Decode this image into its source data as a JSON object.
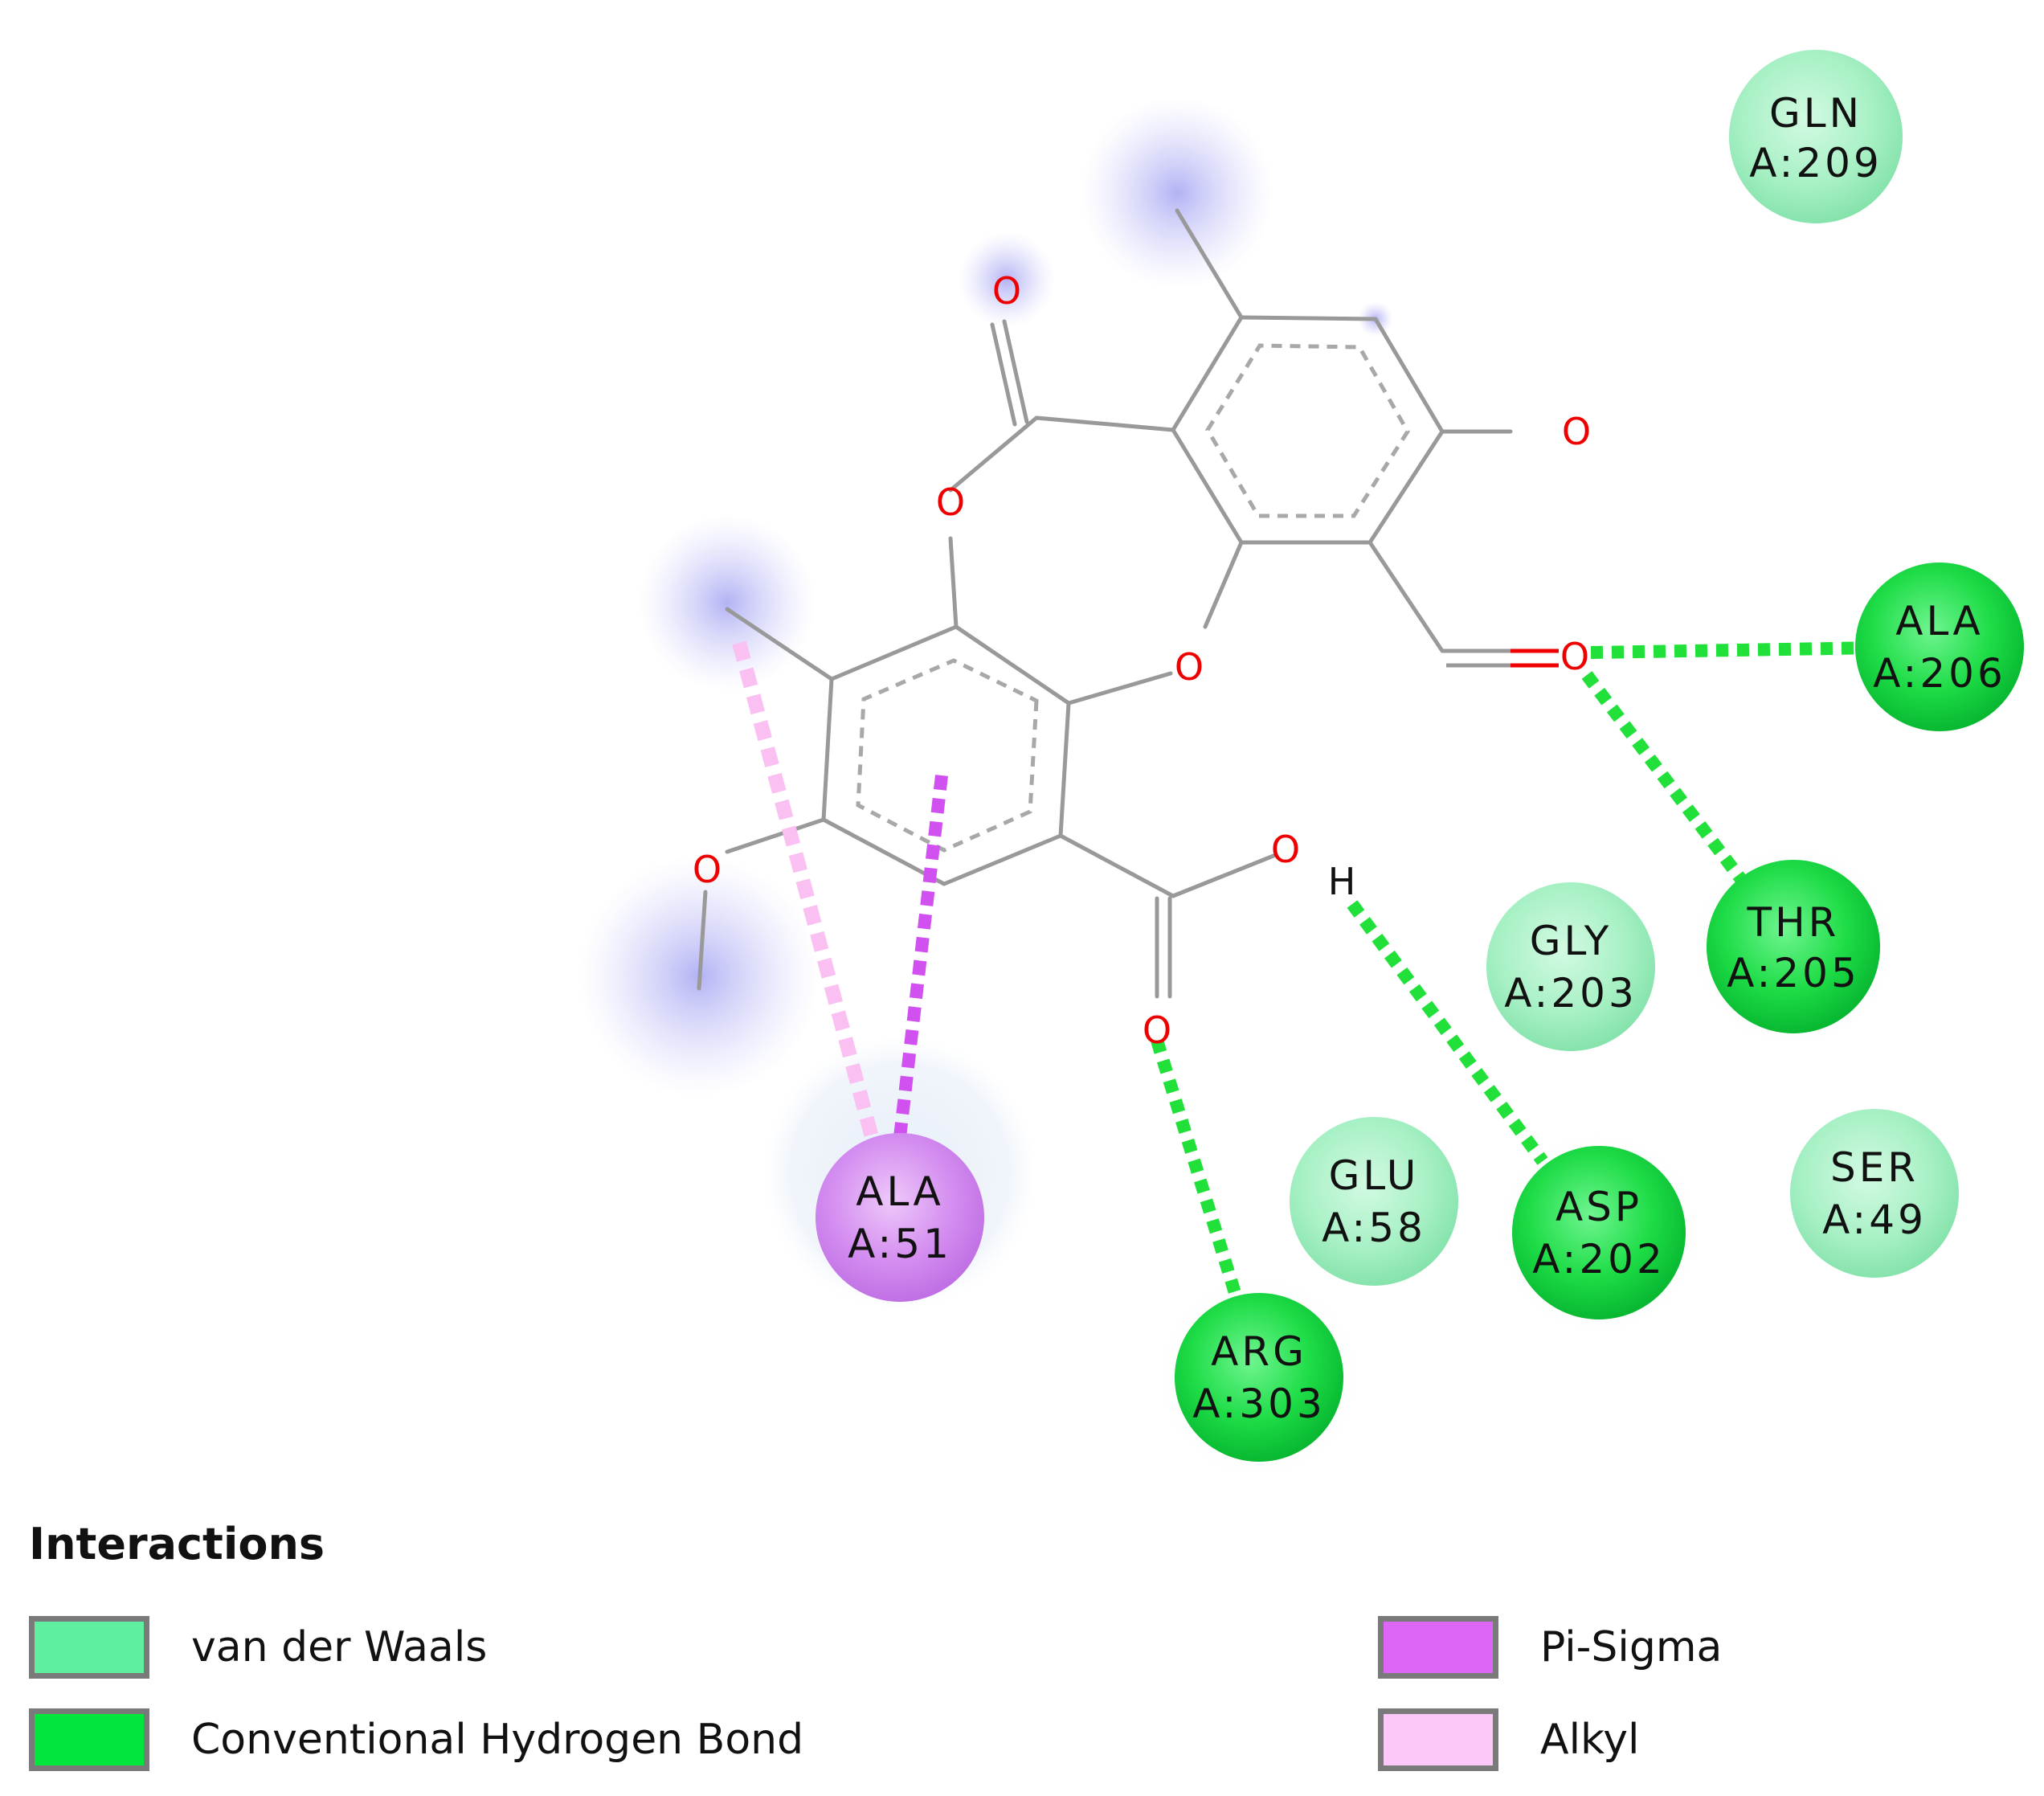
{
  "residues": [
    {
      "id": "gln209",
      "name": "GLN",
      "pos": "A:209",
      "type": "vdw"
    },
    {
      "id": "ala206",
      "name": "ALA",
      "pos": "A:206",
      "type": "hbond"
    },
    {
      "id": "thr205",
      "name": "THR",
      "pos": "A:205",
      "type": "hbond"
    },
    {
      "id": "gly203",
      "name": "GLY",
      "pos": "A:203",
      "type": "vdw"
    },
    {
      "id": "ser49",
      "name": "SER",
      "pos": "A:49",
      "type": "vdw"
    },
    {
      "id": "glu58",
      "name": "GLU",
      "pos": "A:58",
      "type": "vdw"
    },
    {
      "id": "asp202",
      "name": "ASP",
      "pos": "A:202",
      "type": "hbond"
    },
    {
      "id": "arg303",
      "name": "ARG",
      "pos": "A:303",
      "type": "hbond"
    },
    {
      "id": "ala51",
      "name": "ALA",
      "pos": "A:51",
      "type": "pisigma"
    }
  ],
  "atoms": {
    "oxygen": "O",
    "hydrogen": "H"
  },
  "legend": {
    "title": "Interactions",
    "items": [
      {
        "label": "van der Waals",
        "color": "#5ef0a0"
      },
      {
        "label": "Conventional Hydrogen Bond",
        "color": "#00e63c"
      },
      {
        "label": "Pi-Sigma",
        "color": "#dd66f6"
      },
      {
        "label": "Alkyl",
        "color": "#fbc8f8"
      }
    ]
  },
  "colors": {
    "vdw_fill": "#a0f0c0",
    "hbond_fill": "#1de04a",
    "pisigma_fill": "#d88ef0",
    "hbond_line": "#22e03a",
    "pisigma_line": "#d050f0",
    "alkyl_line": "#fac0f2",
    "bond": "#999999",
    "oxygen": "#ee0000"
  }
}
